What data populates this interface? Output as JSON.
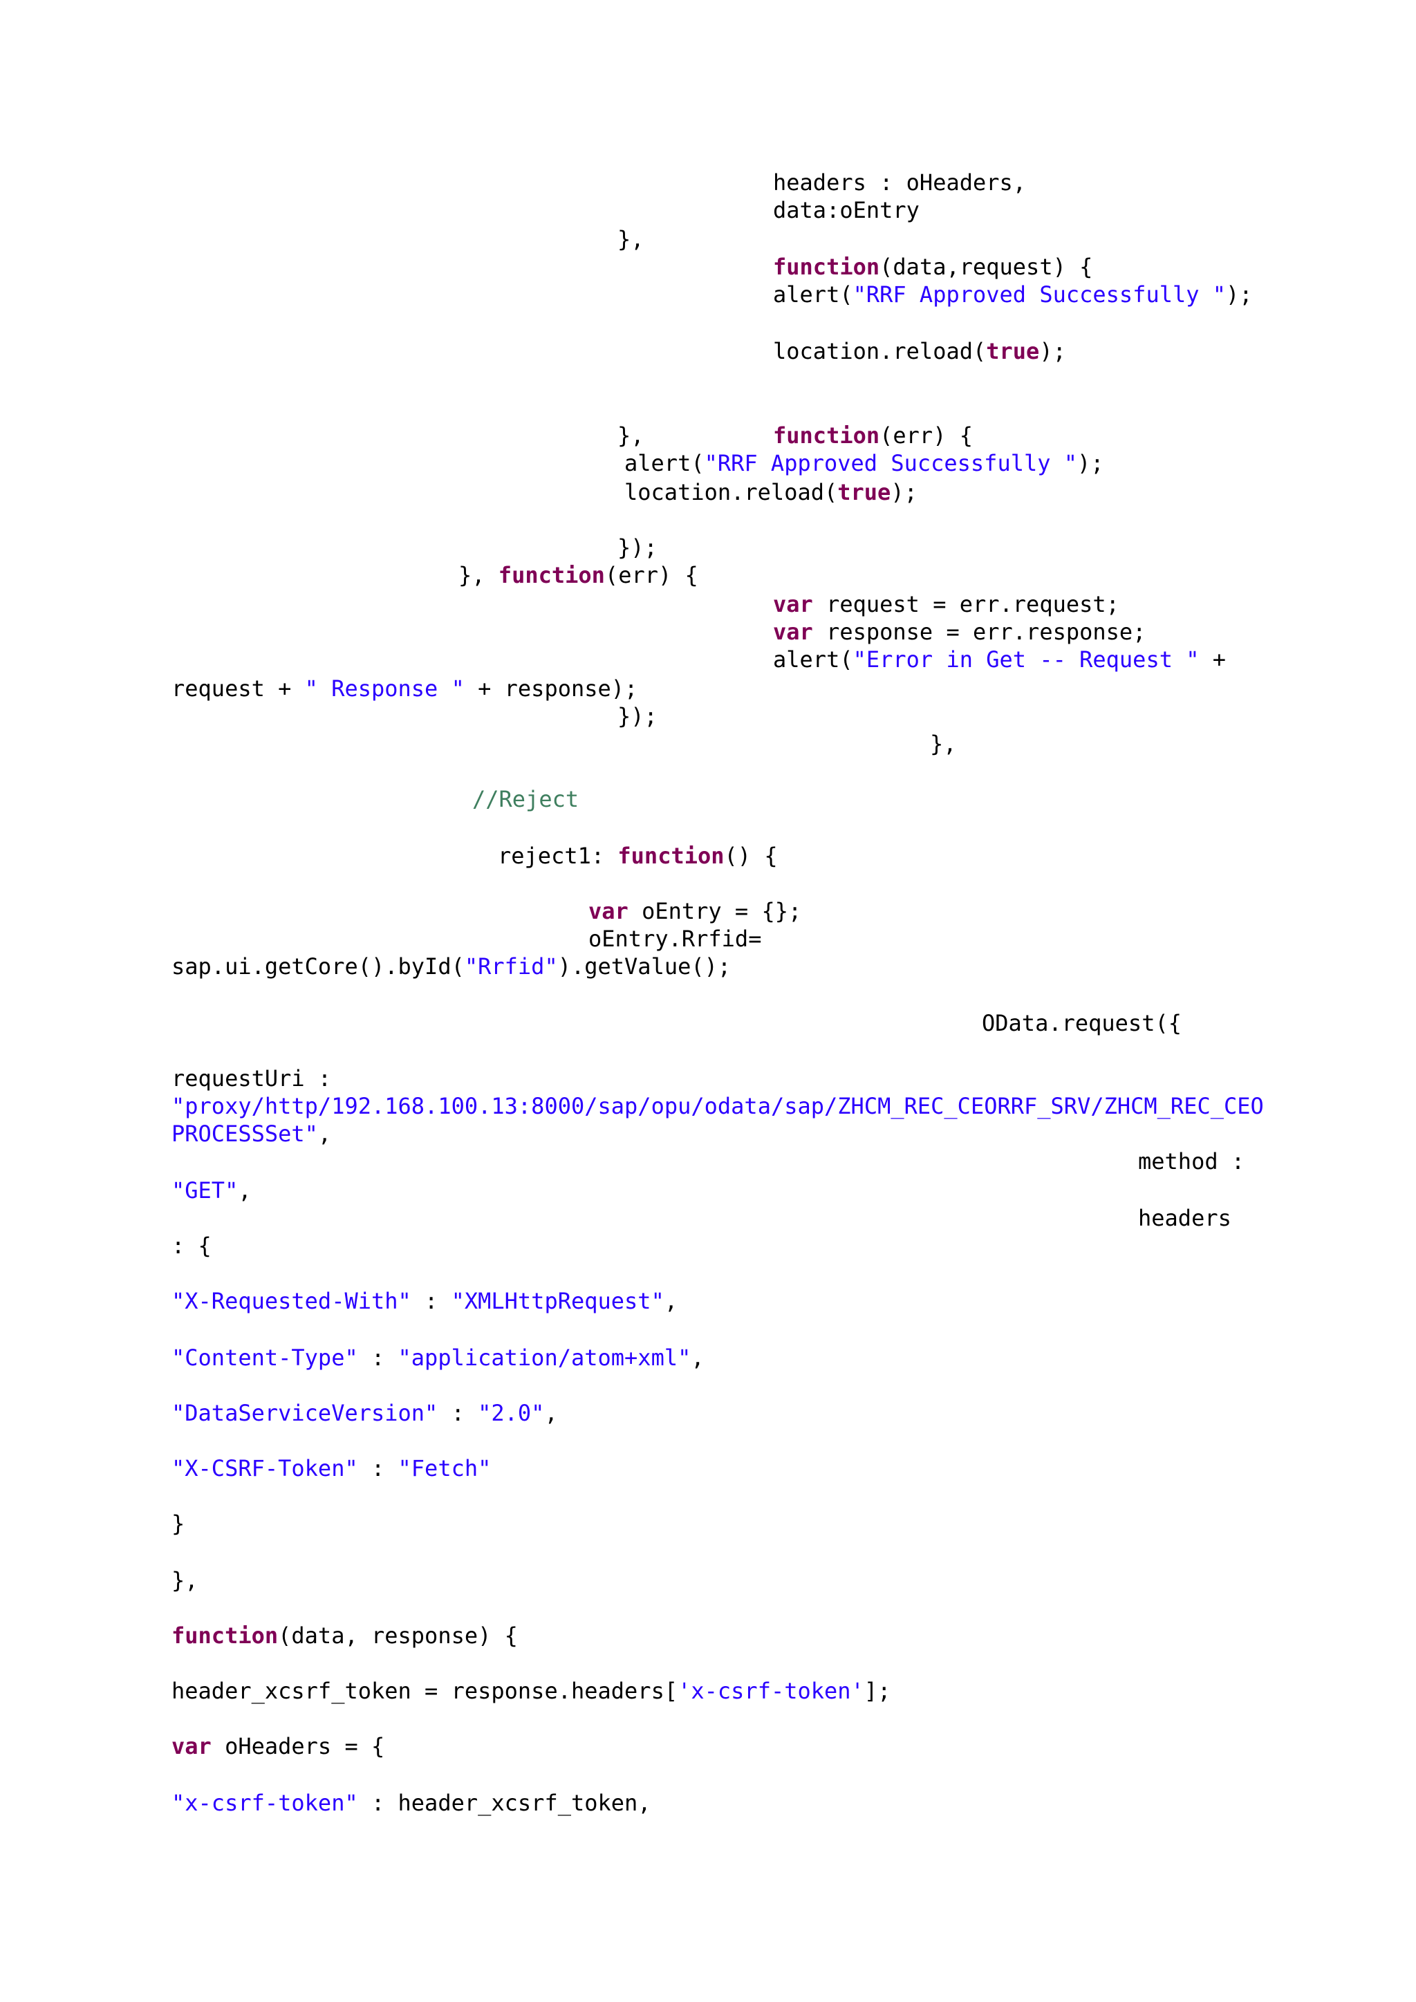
{
  "document": {
    "theme": {
      "keyword": "#7f0055",
      "string": "#2a00ff",
      "comment": "#3f7f5f",
      "plain": "#000000",
      "background": "#ffffff"
    },
    "lines": [
      [
        {
          "t": "p",
          "v": "headers : oHeaders,"
        }
      ],
      [
        {
          "t": "p",
          "v": "data:oEntry"
        }
      ],
      [
        {
          "t": "p",
          "v": "},"
        }
      ],
      [
        {
          "t": "k",
          "v": "function"
        },
        {
          "t": "p",
          "v": "(data,request) {"
        }
      ],
      [
        {
          "t": "p",
          "v": "alert("
        },
        {
          "t": "s",
          "v": "\"RRF Approved Successfully \""
        },
        {
          "t": "p",
          "v": ");"
        }
      ],
      [
        {
          "t": "p",
          "v": "location.reload("
        },
        {
          "t": "k",
          "v": "true"
        },
        {
          "t": "p",
          "v": ");"
        }
      ],
      [
        {
          "t": "p",
          "v": "},"
        }
      ],
      [
        {
          "t": "k",
          "v": "function"
        },
        {
          "t": "p",
          "v": "(err) {"
        }
      ],
      [
        {
          "t": "p",
          "v": "alert("
        },
        {
          "t": "s",
          "v": "\"RRF Approved Successfully \""
        },
        {
          "t": "p",
          "v": ");"
        }
      ],
      [
        {
          "t": "p",
          "v": "location.reload("
        },
        {
          "t": "k",
          "v": "true"
        },
        {
          "t": "p",
          "v": ");"
        }
      ],
      [
        {
          "t": "p",
          "v": "});"
        }
      ],
      [
        {
          "t": "p",
          "v": "}, "
        },
        {
          "t": "k",
          "v": "function"
        },
        {
          "t": "p",
          "v": "(err) {"
        }
      ],
      [
        {
          "t": "k",
          "v": "var"
        },
        {
          "t": "p",
          "v": " request = err.request;"
        }
      ],
      [
        {
          "t": "k",
          "v": "var"
        },
        {
          "t": "p",
          "v": " response = err.response;"
        }
      ],
      [
        {
          "t": "p",
          "v": "alert("
        },
        {
          "t": "s",
          "v": "\"Error in Get -- Request \""
        },
        {
          "t": "p",
          "v": " +"
        }
      ],
      [
        {
          "t": "p",
          "v": "request + "
        },
        {
          "t": "s",
          "v": "\" Response \""
        },
        {
          "t": "p",
          "v": " + response);"
        }
      ],
      [
        {
          "t": "p",
          "v": "});"
        }
      ],
      [
        {
          "t": "p",
          "v": "},"
        }
      ],
      [
        {
          "t": "c",
          "v": "//Reject"
        }
      ],
      [
        {
          "t": "p",
          "v": "reject1: "
        },
        {
          "t": "k",
          "v": "function"
        },
        {
          "t": "p",
          "v": "() {"
        }
      ],
      [
        {
          "t": "k",
          "v": "var"
        },
        {
          "t": "p",
          "v": " oEntry = {};"
        }
      ],
      [
        {
          "t": "p",
          "v": "oEntry.Rrfid="
        }
      ],
      [
        {
          "t": "p",
          "v": "sap.ui.getCore().byId("
        },
        {
          "t": "s",
          "v": "\"Rrfid\""
        },
        {
          "t": "p",
          "v": ").getValue();"
        }
      ],
      [
        {
          "t": "p",
          "v": "OData.request({"
        }
      ],
      [
        {
          "t": "p",
          "v": "requestUri :"
        }
      ],
      [
        {
          "t": "s",
          "v": "\"proxy/http/192.168.100.13:8000/sap/opu/odata/sap/ZHCM_REC_CEORRF_SRV/ZHCM_REC_CEO"
        }
      ],
      [
        {
          "t": "s",
          "v": "PROCESSSet\""
        },
        {
          "t": "p",
          "v": ","
        }
      ],
      [
        {
          "t": "p",
          "v": "method :"
        }
      ],
      [
        {
          "t": "s",
          "v": "\"GET\""
        },
        {
          "t": "p",
          "v": ","
        }
      ],
      [
        {
          "t": "p",
          "v": "headers"
        }
      ],
      [
        {
          "t": "p",
          "v": ": {"
        }
      ],
      [
        {
          "t": "s",
          "v": "\"X-Requested-With\""
        },
        {
          "t": "p",
          "v": " : "
        },
        {
          "t": "s",
          "v": "\"XMLHttpRequest\""
        },
        {
          "t": "p",
          "v": ","
        }
      ],
      [
        {
          "t": "s",
          "v": "\"Content-Type\""
        },
        {
          "t": "p",
          "v": " : "
        },
        {
          "t": "s",
          "v": "\"application/atom+xml\""
        },
        {
          "t": "p",
          "v": ","
        }
      ],
      [
        {
          "t": "s",
          "v": "\"DataServiceVersion\""
        },
        {
          "t": "p",
          "v": " : "
        },
        {
          "t": "s",
          "v": "\"2.0\""
        },
        {
          "t": "p",
          "v": ","
        }
      ],
      [
        {
          "t": "s",
          "v": "\"X-CSRF-Token\""
        },
        {
          "t": "p",
          "v": " : "
        },
        {
          "t": "s",
          "v": "\"Fetch\""
        }
      ],
      [
        {
          "t": "p",
          "v": "}"
        }
      ],
      [
        {
          "t": "p",
          "v": "},"
        }
      ],
      [
        {
          "t": "k",
          "v": "function"
        },
        {
          "t": "p",
          "v": "(data, response) {"
        }
      ],
      [
        {
          "t": "p",
          "v": "header_xcsrf_token = response.headers["
        },
        {
          "t": "s",
          "v": "'x-csrf-token'"
        },
        {
          "t": "p",
          "v": "];"
        }
      ],
      [
        {
          "t": "k",
          "v": "var"
        },
        {
          "t": "p",
          "v": " oHeaders = {"
        }
      ],
      [
        {
          "t": "s",
          "v": "\"x-csrf-token\""
        },
        {
          "t": "p",
          "v": " : header_xcsrf_token,"
        }
      ]
    ]
  }
}
